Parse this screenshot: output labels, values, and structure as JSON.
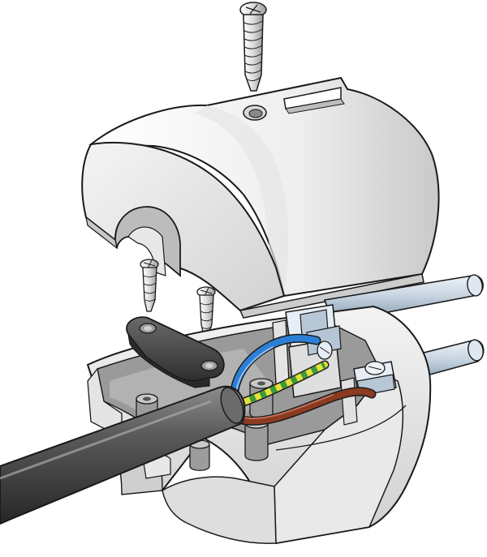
{
  "diagram": {
    "parts": [
      "top-screw",
      "plug-cover",
      "cord-clamp-screw-left",
      "cord-clamp-screw-right",
      "cord-clamp",
      "plug-base",
      "pin-top",
      "pin-right",
      "terminal-left",
      "terminal-right",
      "blue-wire",
      "earth-wire",
      "brown-wire",
      "cable-sheath"
    ],
    "colors": {
      "outline": "#1a1a1a",
      "housing_light": "#f2f2f2",
      "housing_mid": "#d9d9d9",
      "housing_dark": "#bdbdbd",
      "pin_metal": "#c9d6e3",
      "pin_shadow": "#8ea2b5",
      "blue_wire": "#2c7fd6",
      "earth_yellow": "#e8e03a",
      "earth_green": "#3c9a3c",
      "brown_wire": "#8a3b22",
      "cable_dark": "#3a3a3a",
      "cable_light": "#8a8a8a",
      "clamp": "#4a4a4a"
    }
  }
}
